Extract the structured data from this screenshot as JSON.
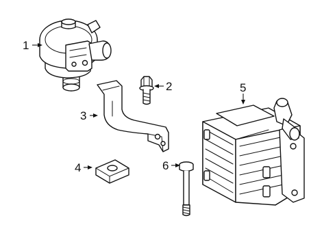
{
  "callouts": [
    {
      "id": "part-1",
      "number": "1",
      "part": "water-pump"
    },
    {
      "id": "part-2",
      "number": "2",
      "part": "bolt"
    },
    {
      "id": "part-3",
      "number": "3",
      "part": "bracket"
    },
    {
      "id": "part-4",
      "number": "4",
      "part": "clip-nut"
    },
    {
      "id": "part-5",
      "number": "5",
      "part": "oil-cooler"
    },
    {
      "id": "part-6",
      "number": "6",
      "part": "long-bolt"
    }
  ]
}
